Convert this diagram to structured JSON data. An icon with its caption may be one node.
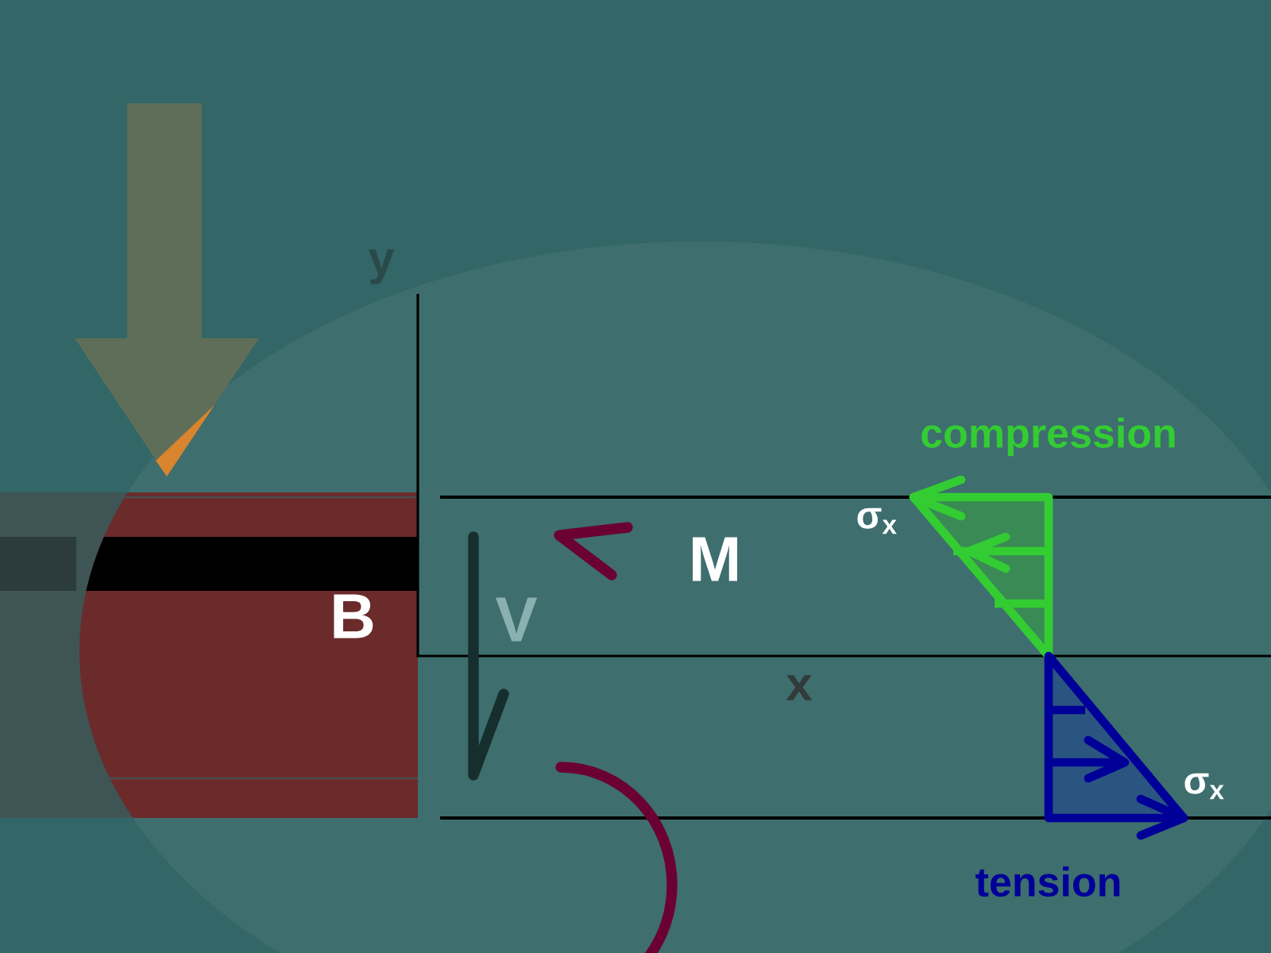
{
  "diagram": {
    "labels": [
      "y",
      "compression",
      "M",
      "B",
      "V",
      "x",
      "σ$_{x}$",
      "σ$_{x}$",
      "tension"
    ]
  }
}
